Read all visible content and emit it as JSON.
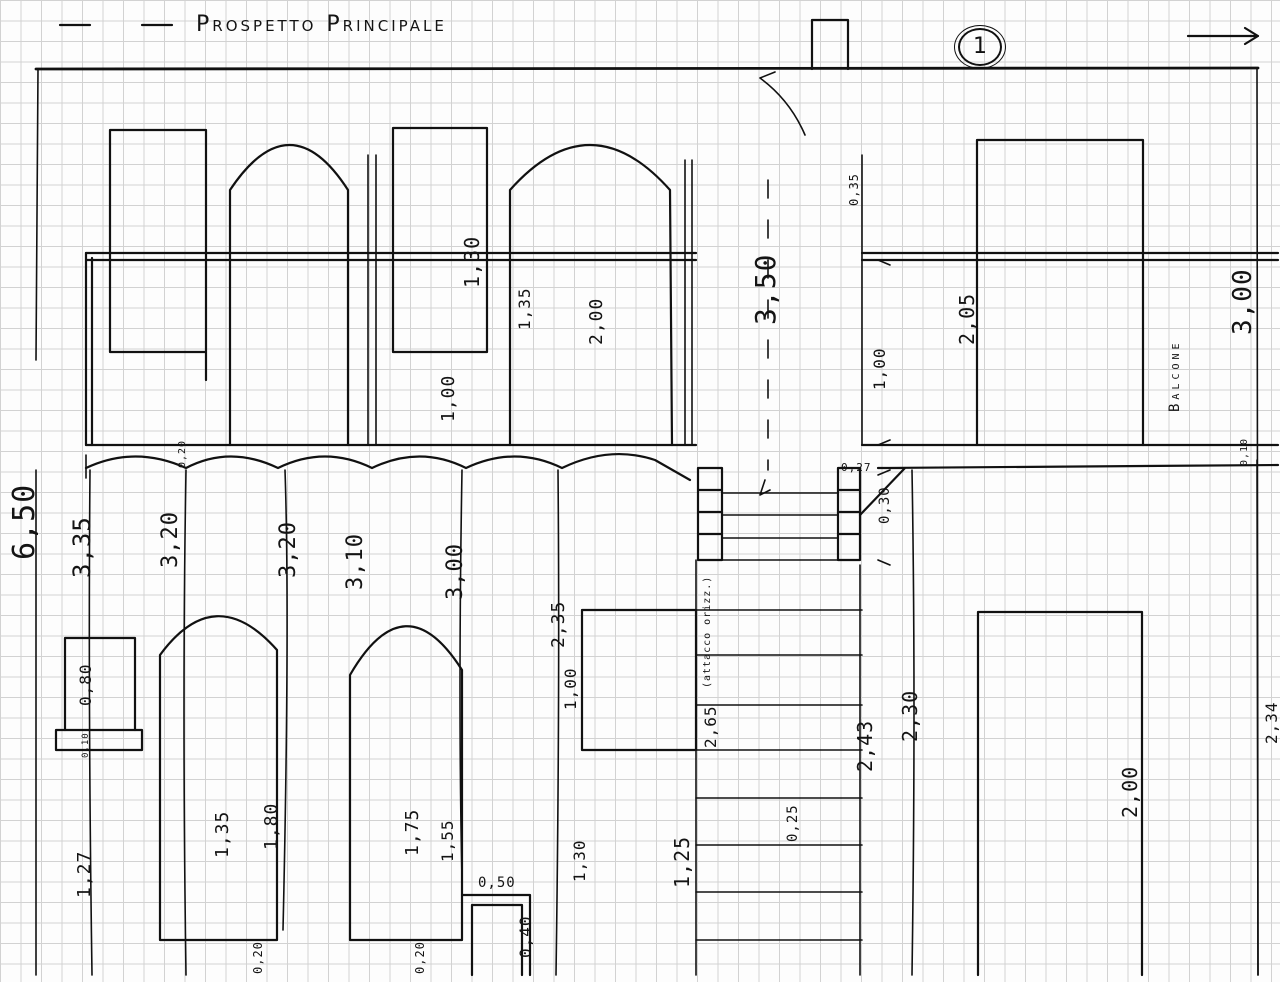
{
  "sheet": {
    "title": "Prospetto Principale",
    "sheet_number": "1",
    "ink_color": "#111111",
    "grid_color": "#d2d2d2",
    "paper_color": "#fdfdfd"
  },
  "dimensions": {
    "total_height": "6,50",
    "lower_height": "3,35",
    "upper_floor_height": "3,50",
    "right_floor_height": "3,00",
    "pier_1": "3,20",
    "pier_2": "3,20",
    "pier_3": "3,10",
    "pier_4": "3,00",
    "arch_upper_1": "1,30",
    "arch_upper_2": "1,35",
    "arch_upper_3": "2,00",
    "parapet_upper": "1,00",
    "right_door_width": "2,05",
    "right_top": "0,35",
    "right_parapet": "1,00",
    "beam_1": "0,20",
    "beam_2": "0,27",
    "beam_3": "0,10",
    "stair_gap": "0,30",
    "small_window": "0,80",
    "small_window_sill": "0,10",
    "lower_arch_1a": "1,35",
    "lower_arch_1b": "1,80",
    "lower_arch_2a": "1,75",
    "lower_arch_2b": "1,55",
    "lower_window_h": "2,35",
    "lower_window_w": "1,00",
    "stair_attacco": "(attacco orizz.)",
    "stair_rise": "2,65",
    "stair_run": "2,43",
    "stair_step": "0,25",
    "stair_total": "2,30",
    "base_left": "1,27",
    "base_mid": "1,30",
    "base_stair": "1,25",
    "small_door": "0,50",
    "small_door_h": "0,40",
    "plinth_1": "0,20",
    "plinth_2": "0,20",
    "right_lower_door": "2,00",
    "edge_right": "2,34"
  },
  "labels": {
    "balcone": "Balcone"
  }
}
